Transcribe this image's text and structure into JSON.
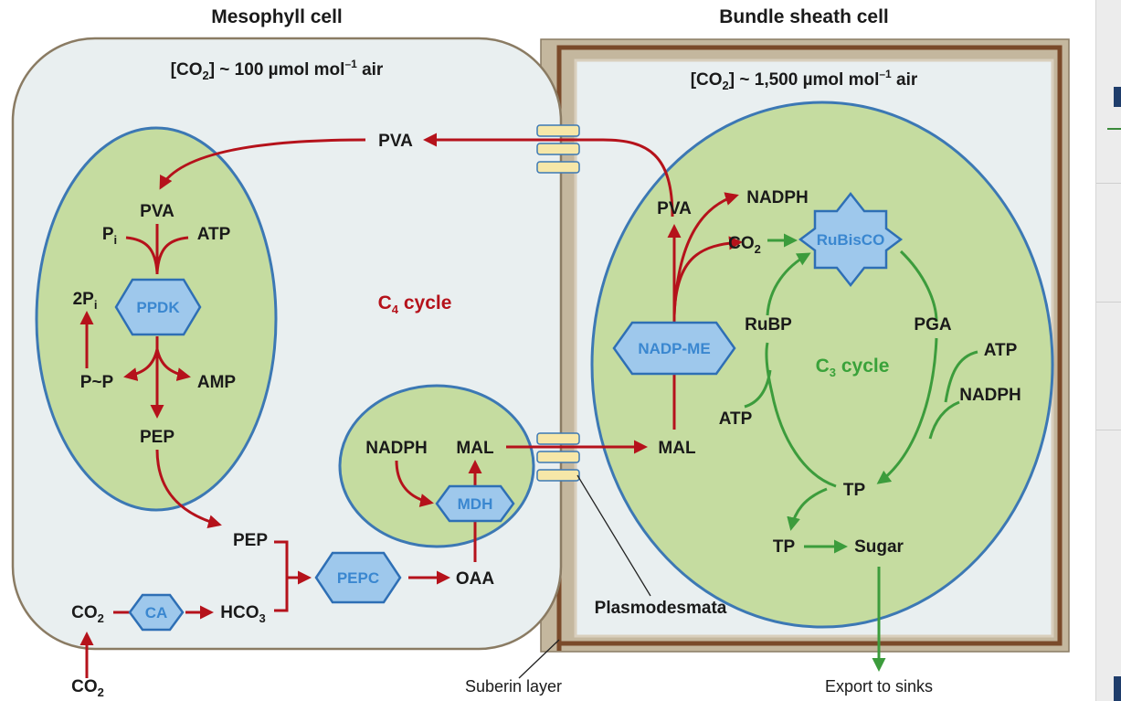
{
  "header": {
    "mesophyll_title": "Mesophyll cell",
    "bundle_title": "Bundle sheath cell"
  },
  "mesophyll": {
    "co2_conc": {
      "pre": "[CO",
      "sub": "2",
      "post": "] ~ 100 µmol mol",
      "sup": "–1",
      "tail": " air"
    },
    "pva_top": "PVA",
    "c4_cycle": {
      "main": "C",
      "sub": "4",
      "post": " cycle"
    },
    "co2_outside": {
      "main": "CO",
      "sub": "2"
    },
    "co2_inside": {
      "main": "CO",
      "sub": "2"
    },
    "hco3": {
      "main": "HCO",
      "sub": "3"
    },
    "pep_cyto": "PEP",
    "oaa": "OAA",
    "enzymes": {
      "ca": "CA",
      "pepc": "PEPC"
    }
  },
  "chloroplast_meso": {
    "pva": "PVA",
    "pi": {
      "main": "P",
      "sub": "i"
    },
    "atp": "ATP",
    "two_pi": {
      "main": "2P",
      "sub": "i"
    },
    "ppi": "P~P",
    "amp": "AMP",
    "pep": "PEP",
    "enzyme": "PPDK"
  },
  "chloroplast_small": {
    "nadph": "NADPH",
    "mal": "MAL",
    "enzyme": "MDH"
  },
  "bundle_sheath": {
    "co2_conc": {
      "pre": "[CO",
      "sub": "2",
      "post": "] ~ 1,500 µmol mol",
      "sup": "–1",
      "tail": " air"
    },
    "pva": "PVA",
    "nadph_top": "NADPH",
    "co2": {
      "main": "CO",
      "sub": "2"
    },
    "rubisco": "RuBisCO",
    "nadp_me": "NADP-ME",
    "rubp": "RuBP",
    "pga": "PGA",
    "c3_cycle": {
      "main": "C",
      "sub": "3",
      "post": " cycle"
    },
    "atp_right": "ATP",
    "nadph_right": "NADPH",
    "atp_left": "ATP",
    "mal": "MAL",
    "tp_right": "TP",
    "tp_left": "TP",
    "sugar": "Sugar"
  },
  "annotations": {
    "plasmodesmata": "Plasmodesmata",
    "suberin_layer": "Suberin layer",
    "export": "Export to sinks"
  },
  "colors": {
    "cell_fill": "#e9eff0",
    "chloroplast_fill": "#c5dca0",
    "chloroplast_stroke": "#3c78b4",
    "enzyme_fill": "#9ec8ec",
    "enzyme_text": "#3a87d0",
    "c4_red": "#b5121b",
    "c3_green": "#3aa23a",
    "wall_tan": "#c4b79e",
    "suberin_brown": "#7a4a2a"
  }
}
